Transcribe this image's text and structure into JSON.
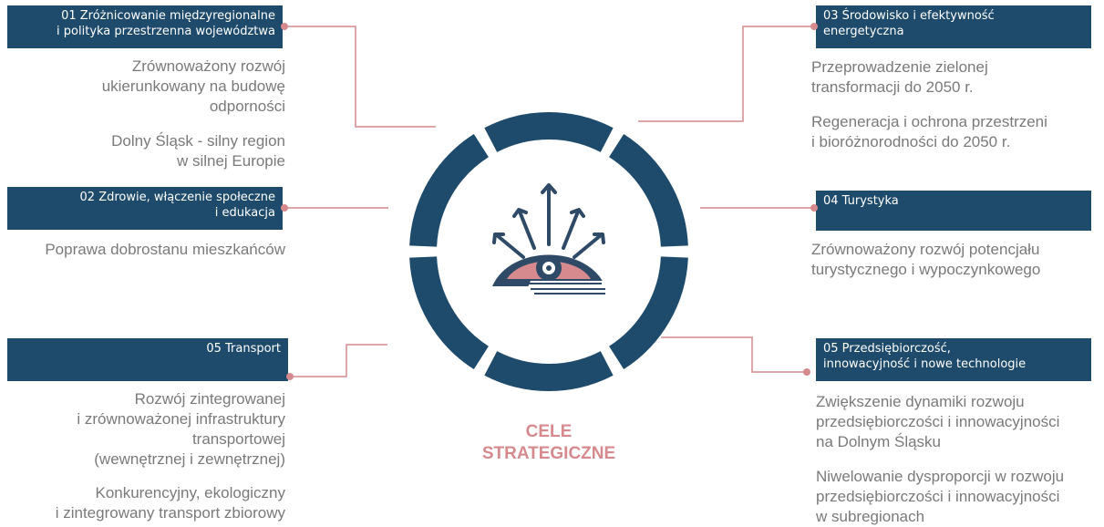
{
  "center": {
    "title_line1": "CELE",
    "title_line2": "STRATEGICZNE"
  },
  "goals": [
    {
      "lines": [
        "01  Zróżnicowanie międzyregionalne",
        "i polityka przestrzenna województwa"
      ],
      "items": [
        [
          "Zrównoważony rozwój",
          "ukierunkowany na budowę",
          "odporności"
        ],
        [
          "Dolny Śląsk - silny region",
          "w silnej Europie"
        ]
      ]
    },
    {
      "lines": [
        "02  Zdrowie, włączenie społeczne",
        "i edukacja"
      ],
      "items": [
        [
          "Poprawa dobrostanu mieszkańców"
        ]
      ]
    },
    {
      "lines": [
        "05  Transport"
      ],
      "items": [
        [
          "Rozwój zintegrowanej",
          "i zrównoważonej infrastruktury",
          "transportowej",
          "(wewnętrznej i zewnętrznej)"
        ],
        [
          "Konkurencyjny, ekologiczny",
          "i zintegrowany transport zbiorowy"
        ]
      ]
    },
    {
      "lines": [
        "03  Środowisko i efektywność",
        "energetyczna"
      ],
      "items": [
        [
          "Przeprowadzenie zielonej",
          "transformacji do 2050 r."
        ],
        [
          "Regeneracja i ochrona przestrzeni",
          "i bioróżnorodności do 2050 r."
        ]
      ]
    },
    {
      "lines": [
        "04  Turystyka"
      ],
      "items": [
        [
          "Zrównoważony rozwój potencjału",
          "turystycznego i wypoczynkowego"
        ]
      ]
    },
    {
      "lines": [
        "05  Przedsiębiorczość,",
        "innowacyjność i nowe technologie"
      ],
      "items": [
        [
          "Zwiększenie dynamiki rozwoju",
          "przedsiębiorczości i innowacyjności",
          "na Dolnym Śląsku"
        ],
        [
          "Niwelowanie dysproporcji w rozwoju",
          "przedsiębiorczości  i innowacyjności",
          "w subregionach"
        ]
      ]
    }
  ],
  "colors": {
    "navy": "#1e4a6b",
    "accent": "#d68a8d",
    "text": "#7a7a7a"
  },
  "icon": "eye-with-arrows-icon"
}
